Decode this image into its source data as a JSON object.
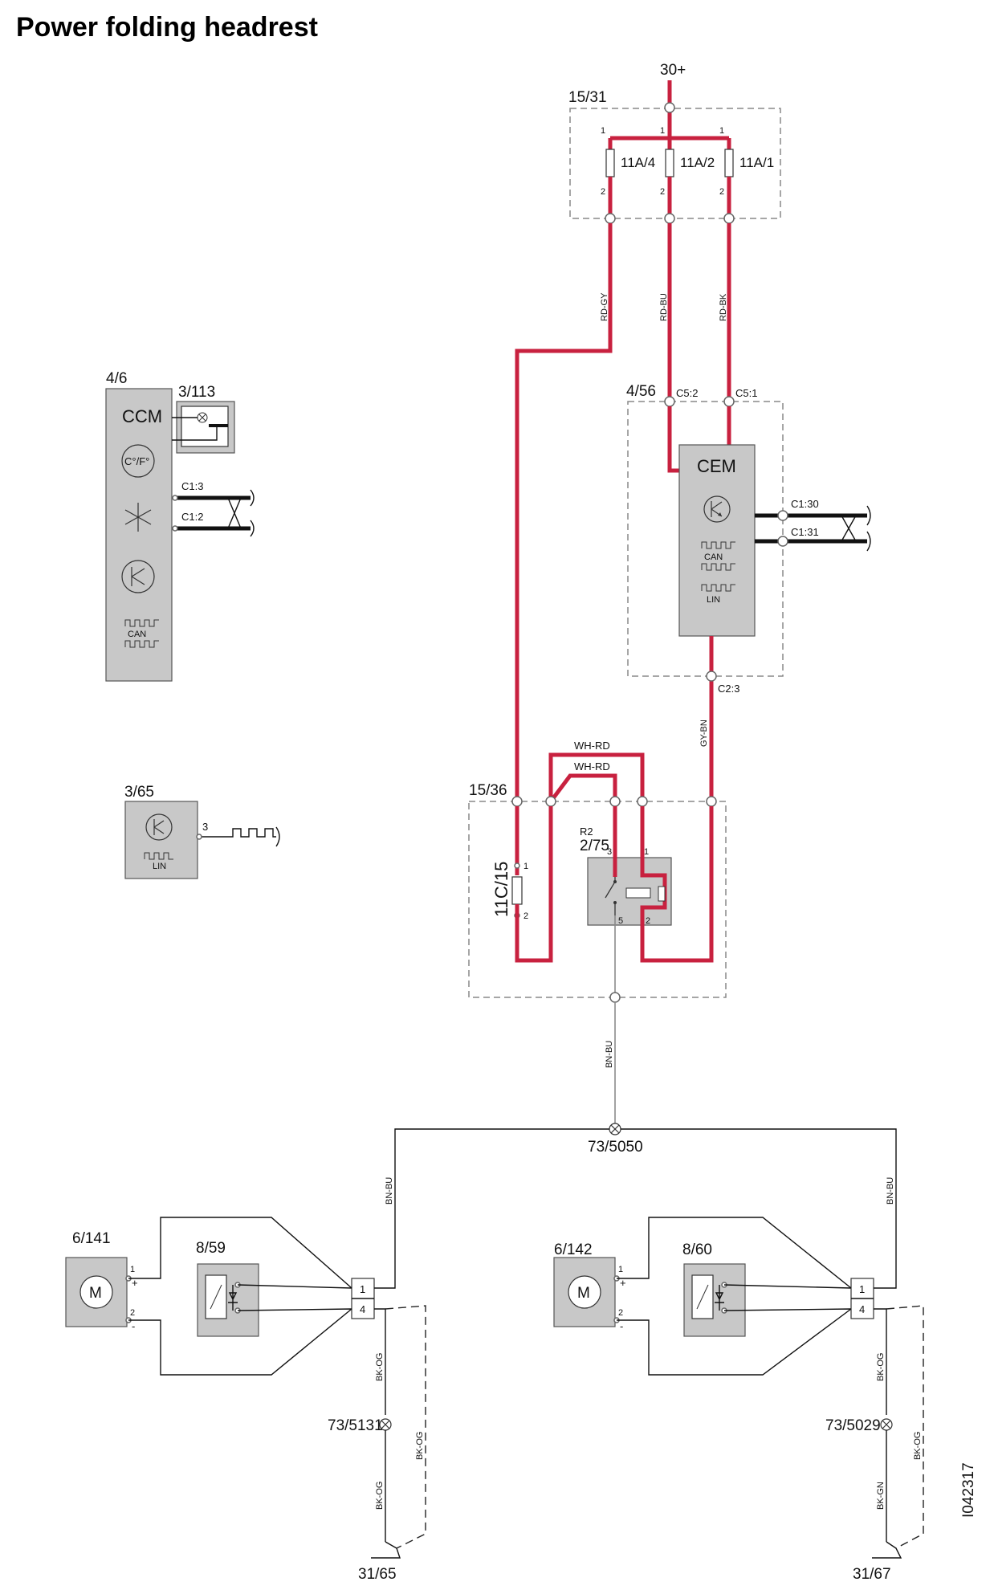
{
  "title": "Power folding headrest",
  "doc_id": "I042317",
  "supply": {
    "label": "30+"
  },
  "fuse_box": {
    "id": "15/31",
    "fuses": [
      {
        "id": "11A/4",
        "wire": "RD-GY"
      },
      {
        "id": "11A/2",
        "wire": "RD-BU"
      },
      {
        "id": "11A/1",
        "wire": "RD-BK"
      }
    ],
    "pin_top": "1",
    "pin_bottom": "2"
  },
  "ccm": {
    "id": "4/6",
    "name": "CCM",
    "temp_label": "C°/F°",
    "can_label": "CAN",
    "pins": [
      "C1:3",
      "C1:2"
    ]
  },
  "sensor_3_113": {
    "id": "3/113"
  },
  "cem": {
    "id": "4/56",
    "name": "CEM",
    "can_label": "CAN",
    "lin_label": "LIN",
    "pins_top": [
      "C5:2",
      "C5:1"
    ],
    "pins_side": [
      "C1:30",
      "C1:31"
    ],
    "pin_bottom": "C2:3",
    "wire_out": "GY-BN"
  },
  "module_3_65": {
    "id": "3/65",
    "lin_label": "LIN",
    "pin": "3"
  },
  "relay_box": {
    "id": "15/36",
    "fuse": "11C/15",
    "relay_tag": "R2",
    "relay": "2/75",
    "wires": [
      "WH-RD",
      "WH-RD"
    ],
    "fuse_pins": [
      "1",
      "2"
    ],
    "relay_pins": [
      "3",
      "1",
      "5",
      "2"
    ],
    "ground_wire": "BN-BU"
  },
  "splice_main": "73/5050",
  "left": {
    "motor": "6/141",
    "switch": "8/59",
    "motor_pins": [
      "1",
      "2"
    ],
    "signs": [
      "+",
      "-"
    ],
    "connector_pins": [
      "1",
      "4"
    ],
    "wire_up": "BN-BU",
    "wire_down": "BK-OG",
    "splice": "73/5131",
    "wire_dashed": "BK-OG",
    "wire_low": "BK-OG",
    "ground": "31/65"
  },
  "right": {
    "motor": "6/142",
    "switch": "8/60",
    "motor_pins": [
      "1",
      "2"
    ],
    "signs": [
      "+",
      "-"
    ],
    "connector_pins": [
      "1",
      "4"
    ],
    "wire_up": "BN-BU",
    "wire_down": "BK-OG",
    "splice": "73/5029",
    "wire_dashed": "BK-OG",
    "wire_low": "BK-GN",
    "ground": "31/67"
  }
}
